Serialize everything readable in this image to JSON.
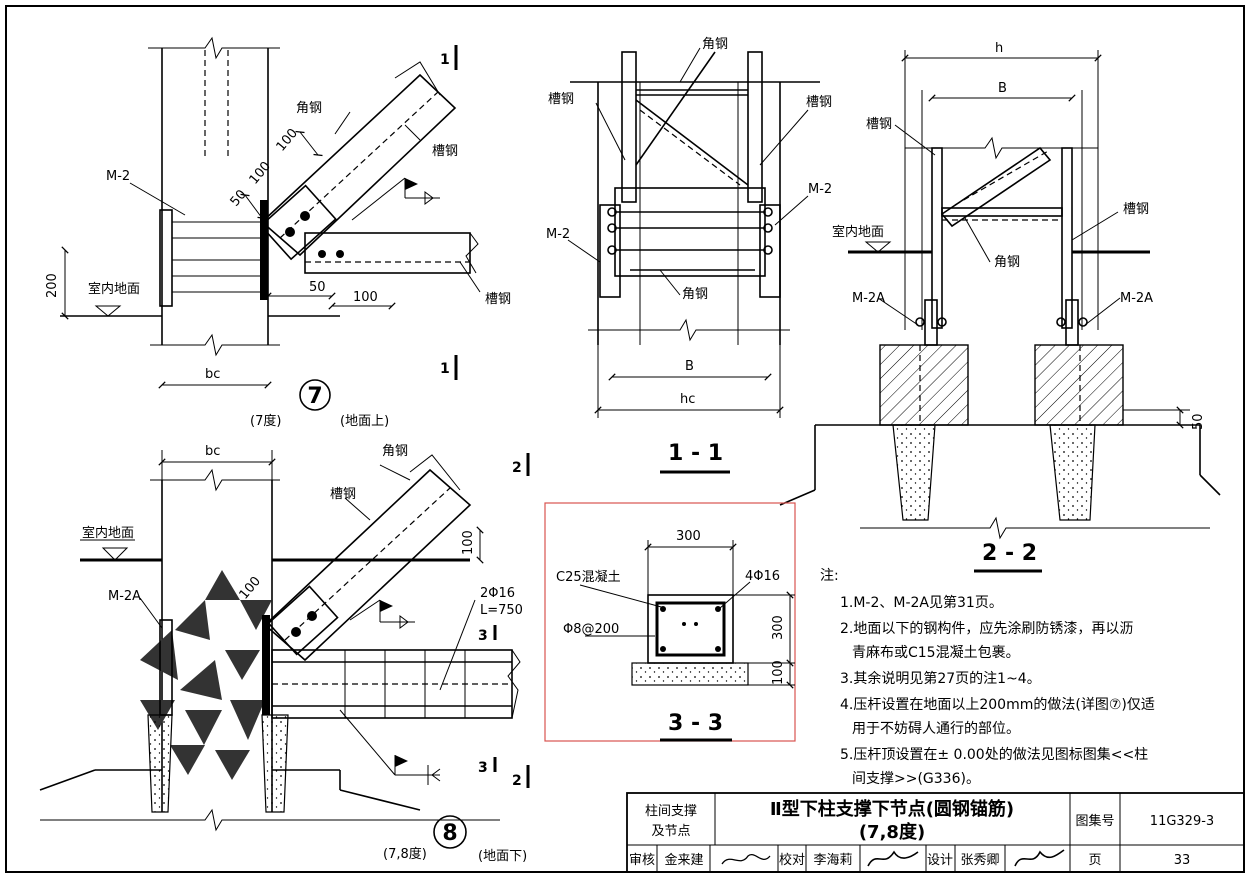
{
  "detail7": {
    "label_angle": "角钢",
    "label_channel_upper": "槽钢",
    "label_channel_lower": "槽钢",
    "label_m2": "M-2",
    "label_floor": "室内地面",
    "dim_100a": "100",
    "dim_50a": "50",
    "dim_100b": "100",
    "dim_50b": "50",
    "dim_100c": "100",
    "dim_200": "200",
    "dim_bc": "bc",
    "num": "7",
    "deg": "(7度)",
    "where": "(地面上)",
    "cut1_top": "1",
    "cut1_bot": "1"
  },
  "section11": {
    "label_angle_top": "角钢",
    "label_channel_left": "槽钢",
    "label_channel_right": "槽钢",
    "label_m2_left": "M-2",
    "label_m2_right": "M-2",
    "label_angle_bottom": "角钢",
    "dim_B": "B",
    "dim_hc": "hc",
    "title": "1 - 1"
  },
  "section22": {
    "dim_h": "h",
    "dim_B": "B",
    "label_channel_left": "槽钢",
    "label_channel_right": "槽钢",
    "label_floor": "室内地面",
    "label_angle": "角钢",
    "label_m2a_left": "M-2A",
    "label_m2a_right": "M-2A",
    "dim_50": "50",
    "title": "2 - 2"
  },
  "detail8": {
    "dim_bc": "bc",
    "label_angle": "角钢",
    "label_channel": "槽钢",
    "label_floor": "室内地面",
    "label_m2a": "M-2A",
    "dim_100a": "100",
    "dim_100b": "100",
    "rebar": "2Φ16",
    "length": "L=750",
    "cut2_top": "2",
    "cut2_bot": "2",
    "cut3_top": "3",
    "cut3_bot": "3",
    "num": "8",
    "deg": "(7,8度)",
    "where": "(地面下)"
  },
  "section33": {
    "dim_300_top": "300",
    "dim_300_side": "300",
    "dim_100": "100",
    "concrete": "C25混凝土",
    "rebar_main": "4Φ16",
    "stirrup": "Φ8@200",
    "title": "3 - 3"
  },
  "notes": {
    "heading": "注:",
    "items": [
      "1.M-2、M-2A见第31页。",
      "2.地面以下的钢构件，应先涂刷防锈漆，再以沥",
      "青麻布或C15混凝土包裹。",
      "3.其余说明见第27页的注1~4。",
      "4.压杆设置在地面以上200mm的做法(详图⑦)仅适",
      "用于不妨碍人通行的部位。",
      "5.压杆顶设置在± 0.00处的做法见图标图集<<柱",
      "间支撑>>(G336)。"
    ]
  },
  "title_block": {
    "category_line1": "柱间支撑",
    "category_line2": "及节点",
    "title_line1": "Ⅱ型下柱支撑下节点(圆钢锚筋)",
    "title_line2": "(7,8度)",
    "atlas_label": "图集号",
    "atlas_no": "11G329-3",
    "review_label": "审核",
    "review_name": "金来建",
    "check_label": "校对",
    "check_name": "李海莉",
    "design_label": "设计",
    "design_name": "张秀卿",
    "page_label": "页",
    "page_no": "33"
  }
}
